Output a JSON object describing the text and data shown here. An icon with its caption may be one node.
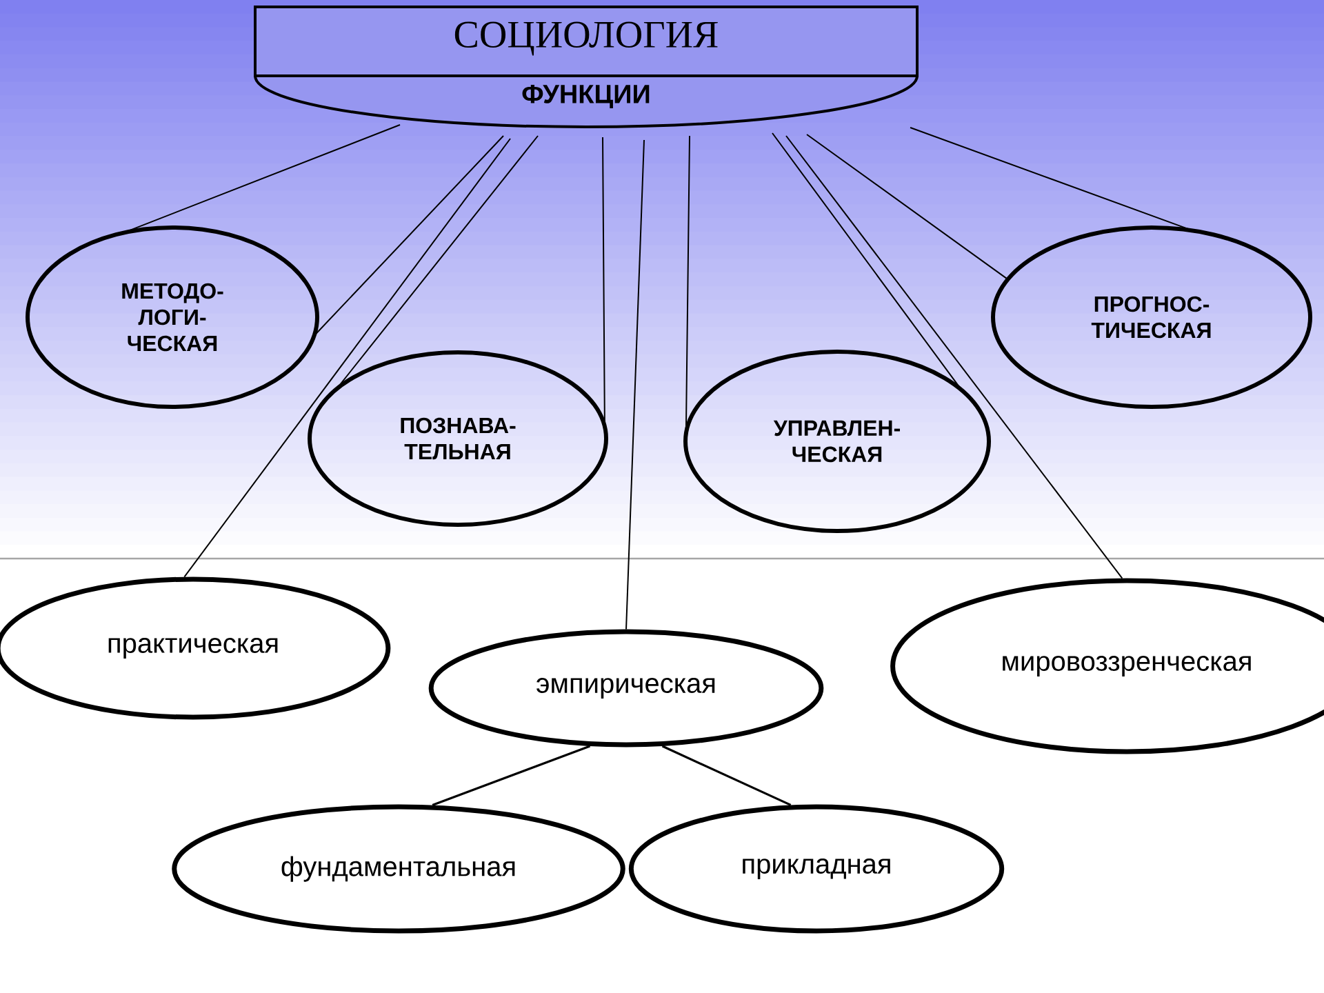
{
  "diagram": {
    "nodes": [
      {
        "text": [
          "СОЦИОЛОГИЯ",
          "ФУНКЦИИ"
        ]
      },
      {
        "text": [
          "МЕТОДО- ЛОГИ- ЧЕСКАЯ"
        ]
      },
      {
        "text": [
          "ПОЗНАВА- ТЕЛЬНАЯ"
        ]
      },
      {
        "text": [
          "УПРАВЛЕН- ЧЕСКАЯ"
        ]
      },
      {
        "text": [
          "ПРОГНОС- ТИЧЕСКАЯ"
        ]
      },
      {
        "text": [
          "практическая"
        ]
      },
      {
        "text": [
          "эмпирическая"
        ]
      },
      {
        "text": [
          "мировоззренческая"
        ]
      },
      {
        "text": [
          "фундаментальная"
        ]
      },
      {
        "text": [
          "прикладная"
        ]
      }
    ],
    "edges": [
      {
        "from": 0,
        "to": 1,
        "arrow": "none"
      },
      {
        "from": 0,
        "to": 2,
        "arrow": "none"
      },
      {
        "from": 0,
        "to": 3,
        "arrow": "none"
      },
      {
        "from": 0,
        "to": 4,
        "arrow": "none"
      },
      {
        "from": 0,
        "to": 5,
        "arrow": "none"
      },
      {
        "from": 0,
        "to": 6,
        "arrow": "none"
      },
      {
        "from": 0,
        "to": 7,
        "arrow": "none"
      },
      {
        "from": 6,
        "to": 8,
        "arrow": "none"
      },
      {
        "from": 6,
        "to": 9,
        "arrow": "none"
      }
    ]
  }
}
